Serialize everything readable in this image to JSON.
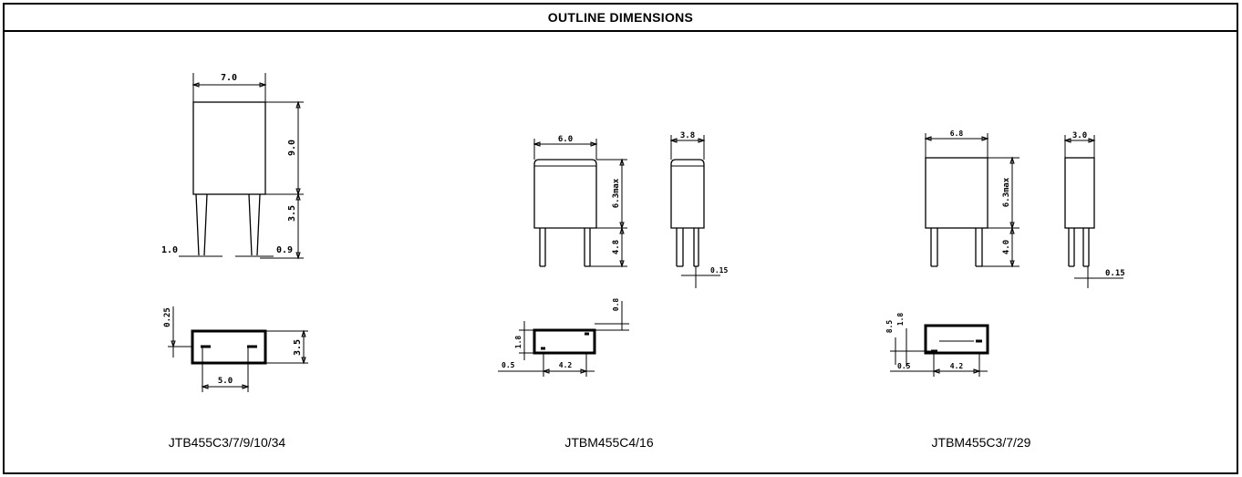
{
  "header": {
    "title": "OUTLINE DIMENSIONS"
  },
  "parts": [
    {
      "caption": "JTB455C3/7/9/10/34",
      "dims": {
        "width": "7.0",
        "height": "9.0",
        "lead_length": "3.5",
        "lead_left": "1.0",
        "lead_right": "0.9",
        "bottom_thickness": "0.25",
        "bottom_depth": "3.5",
        "pitch": "5.0"
      }
    },
    {
      "caption": "JTBM455C4/16",
      "dims": {
        "width": "6.0",
        "height": "6.3max",
        "lead_length": "4.8",
        "side_width": "3.8",
        "lead_dia": "0.15",
        "bottom_top": "0.8",
        "bottom_depth": "1.8",
        "bottom_left": "0.5",
        "pitch": "4.2"
      }
    },
    {
      "caption": "JTBM455C3/7/29",
      "dims": {
        "width": "6.8",
        "height": "6.3max",
        "lead_length": "4.0",
        "side_width": "3.0",
        "lead_dia": "0.15",
        "bottom_a": "8.5",
        "bottom_b": "1.8",
        "bottom_left": "0.5",
        "pitch": "4.2"
      }
    }
  ]
}
